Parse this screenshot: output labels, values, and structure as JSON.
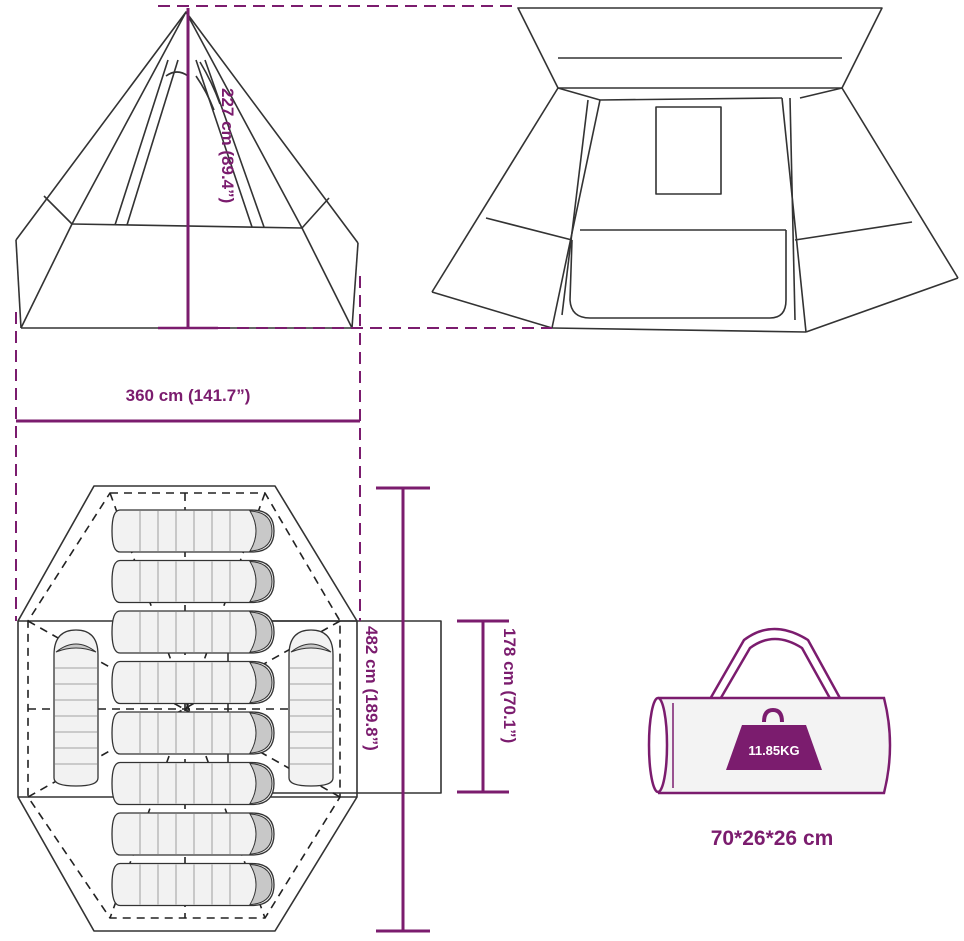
{
  "dimensions": {
    "height": "227 cm (89.4”)",
    "width": "360 cm (141.7”)",
    "length": "482 cm (189.8”)",
    "inner_length": "178 cm (70.1”)"
  },
  "bag": {
    "weight": "11.85KG",
    "size": "70*26*26 cm"
  },
  "colors": {
    "accent": "#7b1c6e",
    "line": "#333333",
    "bag_fill": "#f3f3f3",
    "sleeping_bag_fill": "#f2f2f2",
    "sleeping_bag_head": "#c8c8c8"
  },
  "sleeping_bags": {
    "horizontal_count": 8,
    "vertical_count": 2
  }
}
